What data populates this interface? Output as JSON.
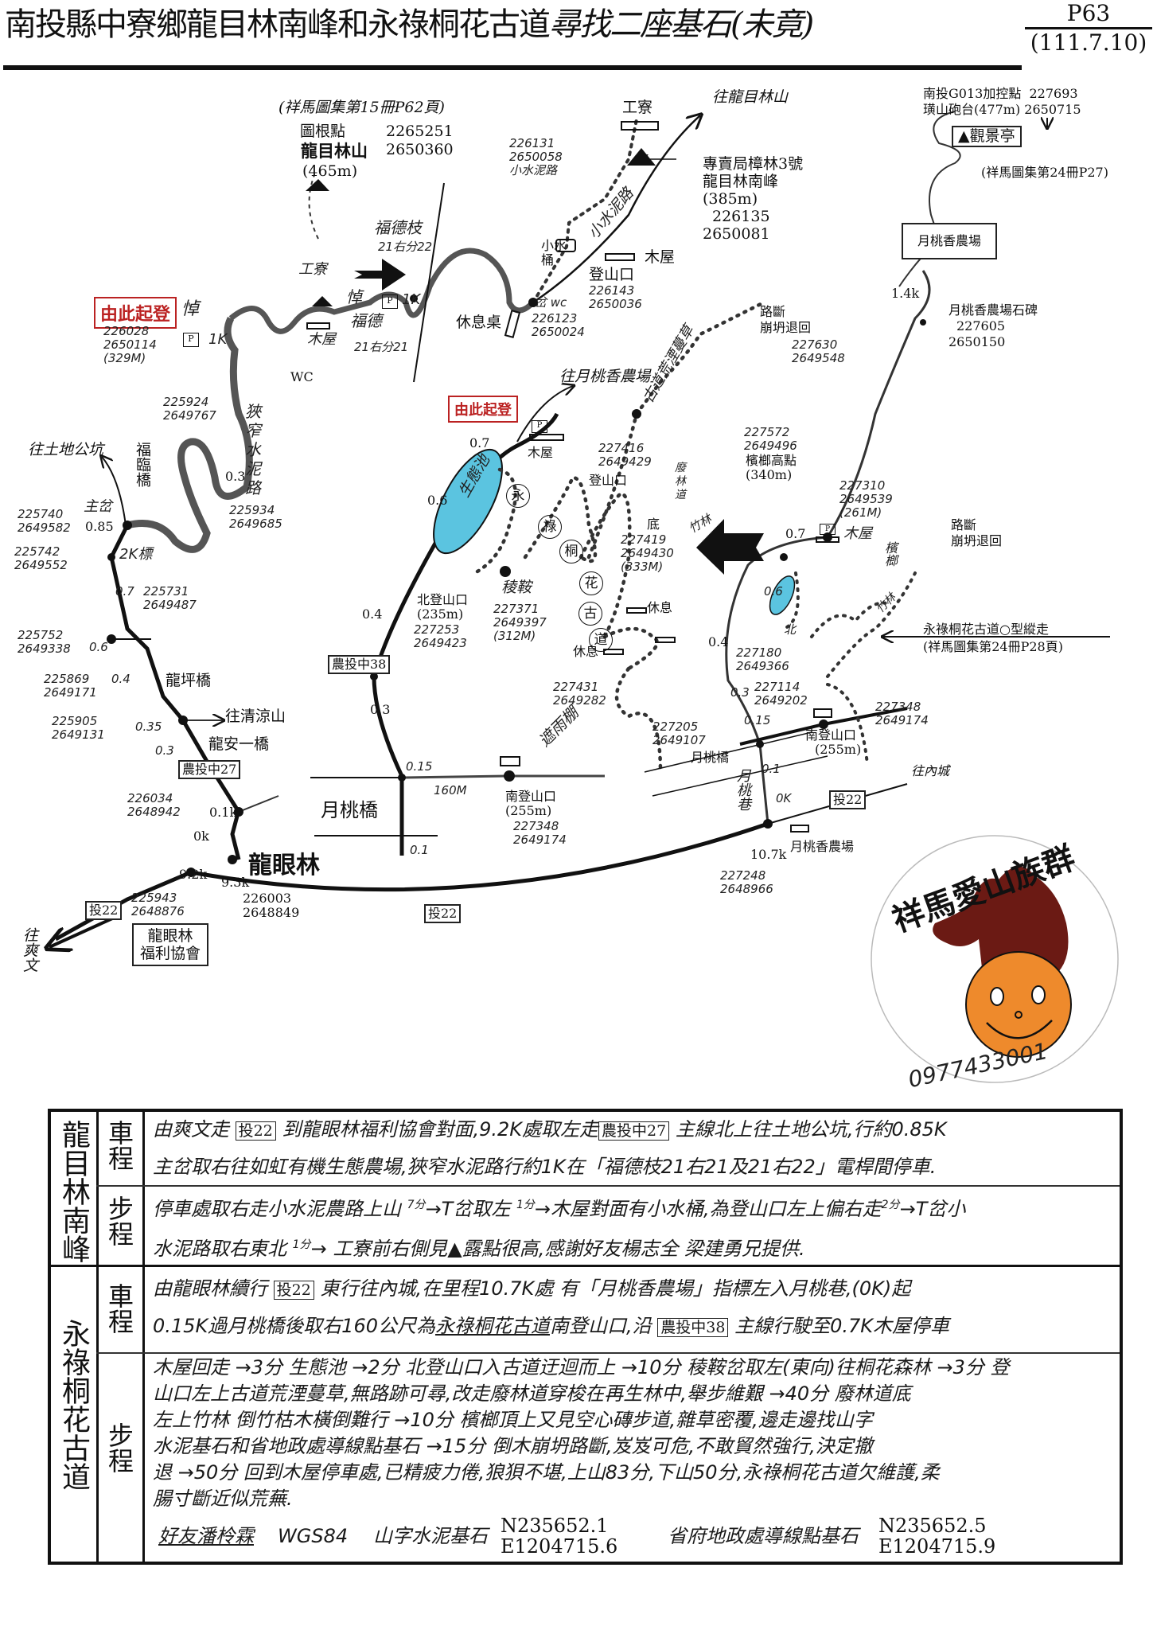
{
  "header": {
    "title_main": "南投縣中寮鄉龍目林南峰和永祿桐花古道",
    "title_sub": "尋找二座基石(未竟)",
    "page_number": "P63",
    "date": "(111.7.10)"
  },
  "map": {
    "north_area": {
      "ref_note_left": "(祥馬圖集第15冊P62頁)",
      "peak_label": "圖根點",
      "peak_name": "龍目林山",
      "peak_elev": "(465m)",
      "peak_coord_e": "2265251",
      "peak_coord_n": "2650360",
      "to_longmulin": "往龍目林山",
      "work_hut": "工寮",
      "summit_label_1": "專賣局樟林3號",
      "summit_label_2": "龍目林南峰",
      "summit_elev": "(385m)",
      "summit_e": "226135",
      "summit_n": "2650081",
      "small_road": "小水泥路",
      "small_road_coord_e": "226131",
      "small_road_coord_n": "2650058",
      "water_bucket": "小水桶",
      "wood_house": "木屋",
      "trailhead": "登山口",
      "trailhead_e": "226143",
      "trailhead_n": "2650036",
      "junction_e": "226123",
      "junction_n": "2650024",
      "rest_table": "休息桌",
      "cement_road": "小水泥路",
      "fude_pole_top": "福德枝",
      "fude_pole_top_no": "21右分22",
      "fude_pole_bottom": "福德",
      "fude_pole_bottom_no": "21右分21",
      "pole": "悼",
      "km_1k": "1K",
      "wood_house_2": "木屋",
      "wc": "WC",
      "fork": "岔",
      "work_hut_2": "工寮"
    },
    "west_area": {
      "start_here_1": "由此起登",
      "start_coord_e": "226028",
      "start_coord_n": "2650114",
      "start_elev": "(329M)",
      "pole": "悼",
      "km_1k": "1K",
      "narrow_road": "狹窄水泥路",
      "pt_225924": "225924",
      "pt_2649767": "2649767",
      "pt_225934": "225934",
      "pt_2649685": "2649685",
      "dist_03": "0.3",
      "to_tudigong": "往土地公坑",
      "fulin_bridge": "福臨橋",
      "main_fork": "主岔",
      "dist_085": "0.85",
      "pt_225740": "225740",
      "pt_2649582": "2649582",
      "pt_225742": "225742",
      "pt_2649552": "2649552",
      "marker_2k": "2K標",
      "dist_07": "0.7",
      "pt_225731": "225731",
      "pt_2649487": "2649487",
      "pt_225752": "225752",
      "pt_2649338": "2649338",
      "dist_06": "0.6",
      "pt_225869": "225869",
      "pt_2649171": "2649171",
      "dist_04": "0.4",
      "longping_bridge": "龍坪橋",
      "to_qingliang": "往清涼山",
      "pt_225905": "225905",
      "pt_2649131": "2649131",
      "dist_035": "0.35",
      "longan_bridge": "龍安一橋",
      "dist_03b": "0.3",
      "road_27": "農投中27",
      "pt_226034": "226034",
      "pt_2648942": "2648942",
      "dist_01k": "0.1k",
      "dist_0k": "0k",
      "dist_92k": "9.2k",
      "dist_93k": "9.3k",
      "longyanlin": "龍眼林",
      "road_22": "投22",
      "pt_225943": "225943",
      "pt_2648876": "2648876",
      "pt_226003": "226003",
      "pt_2648849": "2648849",
      "assoc_1": "龍眼林",
      "assoc_2": "福利協會",
      "to_shuangwen": "往爽文"
    },
    "center_area": {
      "start_here_2": "由此起登",
      "to_farm": "往月桃香農場",
      "wood_house": "木屋",
      "dist_07": "0.7",
      "dist_06": "0.6",
      "dist_04": "0.4",
      "pond": "生態池",
      "trail_chars": [
        "永",
        "祿",
        "桐",
        "花",
        "古",
        "道"
      ],
      "north_trailhead": "北登山口",
      "north_elev": "(235m)",
      "north_e": "227253",
      "north_n": "2649423",
      "saddle": "稜鞍",
      "saddle_e": "227371",
      "saddle_n": "2649397",
      "saddle_elev": "(312M)",
      "trailhead": "登山口",
      "th_e": "227416",
      "th_n": "2649429",
      "overgrown": "古道荒湮蔓草",
      "abandoned": "廢林道",
      "bamboo": "竹林",
      "bottom": "底",
      "bottom_e": "227419",
      "bottom_n": "2649430",
      "bottom_elev": "(333M)",
      "rest_1": "休息",
      "rest_2": "休息",
      "rain_shelter": "遮雨棚",
      "shelter_e": "227431",
      "shelter_n": "2649282",
      "road_38": "農投中38",
      "dist_03": "0.3",
      "dist_015": "0.15",
      "dist_160m": "160M",
      "yuetao_bridge": "月桃橋",
      "dist_01": "0.1",
      "south_trailhead": "南登山口",
      "south_elev": "(255m)",
      "south_e": "227348",
      "south_n": "2649174",
      "road_22": "投22"
    },
    "east_area": {
      "lookout_1": "南投G013加控點",
      "lookout_2": "璜山砲台(477m)",
      "lookout_e": "227693",
      "lookout_n": "2650715",
      "pavilion": "觀景亭",
      "ref_note_24_27": "(祥馬圖集第24冊P27)",
      "farm_box": "月桃香農場",
      "dist_14k": "1.4k",
      "farm_stone": "月桃香農場石碑",
      "farm_stone_e": "227605",
      "farm_stone_n": "2650150",
      "road_broken_1a": "路斷",
      "road_broken_1b": "崩坍退回",
      "rb1_e": "227630",
      "rb1_n": "2649548",
      "betel_high": "檳榔高點",
      "betel_elev": "(340m)",
      "betel_e": "227572",
      "betel_n": "2649496",
      "cabin_e": "227310",
      "cabin_n": "2649539",
      "cabin_elev": "(261M)",
      "dist_07": "0.7",
      "wood_house": "木屋",
      "road_broken_2a": "路斷",
      "road_broken_2b": "崩坍退回",
      "betel": "檳榔",
      "bamboo": "竹林",
      "loop_note": "永祿桐花古道○型縱走",
      "ref_note_24_28": "(祥馬圖集第24冊P28頁)",
      "dist_06": "0.6",
      "north": "北",
      "dist_04": "0.4",
      "pt_227180": "227180",
      "pt_2649366": "2649366",
      "pt_227114": "227114",
      "pt_2649202": "2649202",
      "dist_03": "0.3",
      "pt_227205": "227205",
      "pt_2649107": "2649107",
      "dist_015": "0.15",
      "yuetao_bridge": "月桃橋",
      "south_trailhead": "南登山口",
      "south_elev": "(255m)",
      "south_e": "227348",
      "south_n": "2649174",
      "dist_01": "0.1",
      "yuetao_lane": "月桃巷",
      "dist_0k": "0K",
      "to_neicheng": "往內城",
      "road_22": "投22",
      "farm_sign": "月桃香農場",
      "dist_107k": "10.7k",
      "pt_227248": "227248",
      "pt_2648966": "2648966"
    },
    "logo": {
      "group_name": "祥馬愛山族群",
      "phone": "0977433001",
      "horse_color": "#6b1a14",
      "face_color": "#ee8a2c"
    },
    "colors": {
      "start_red": "#b22222",
      "pond_blue": "#5bc4e0"
    }
  },
  "table": {
    "section1": {
      "name": "龍目林南峰",
      "drive_label": "車程",
      "drive_text_1a": "由爽文走",
      "drive_text_1_box": "投22",
      "drive_text_1b": "到龍眼林福利協會對面,9.2K處取左走",
      "drive_text_1_box2": "農投中27",
      "drive_text_1c": "主線北上往土地公坑,行約0.85K",
      "drive_text_2": "主岔取右往如虹有機生態農場,狹窄水泥路行約1K在「福德枝21右21及21右22」電桿間停車.",
      "walk_label": "步程",
      "walk_text_1a": "停車處取右走小水泥農路上山",
      "walk_t1": "7分",
      "walk_text_1b": "T岔取左",
      "walk_t2": "1分",
      "walk_text_1c": "木屋對面有小水桶,為登山口左上偏右走",
      "walk_t3": "2分",
      "walk_text_1d": "T岔小",
      "walk_text_2a": "水泥路取右東北",
      "walk_t4": "1分",
      "walk_text_2b": "工寮前右側見▲露點很高,感謝好友楊志全 梁建勇兄提供."
    },
    "section2": {
      "name": "永祿桐花古道",
      "drive_label": "車程",
      "drive_text_1a": "由龍眼林續行",
      "drive_text_1_box": "投22",
      "drive_text_1b": "東行往內城,在里程10.7K處 有「月桃香農場」指標左入月桃巷,(0K)起",
      "drive_text_2a": "0.15K過月桃橋後取右160公尺為",
      "drive_text_2_u": "永祿桐花古道",
      "drive_text_2b": "南登山口,沿",
      "drive_text_2_box": "農投中38",
      "drive_text_2c": "主線行駛至0.7K木屋停車",
      "walk_label": "步程",
      "walk_lines": [
        "木屋回走 →3分 生態池 →2分 北登山口入古道迂迴而上 →10分 稜鞍岔取左(東向)往桐花森林 →3分 登",
        "山口左上古道荒湮蔓草,無路跡可尋,改走廢林道穿梭在再生林中,舉步維艱 →40分 廢林道底",
        "左上竹林 倒竹枯木橫倒難行 →10分 檳榔頂上又見空心磚步道,雜草密覆,邊走邊找山字",
        "水泥基石和省地政處導線點基石 →15分 倒木崩坍路斷,岌岌可危,不敢貿然強行,決定撤",
        "退 →50分 回到木屋停車處,已精疲力倦,狼狽不堪,上山83分,下山50分,永祿桐花古道欠維護,柔",
        "腸寸斷近似荒蕪."
      ],
      "friend": "好友潘柃霖",
      "datum": "WGS84",
      "marker1_name": "山字水泥基石",
      "marker1_n": "N235652.1",
      "marker1_e": "E1204715.6",
      "marker2_name": "省府地政處導線點基石",
      "marker2_n": "N235652.5",
      "marker2_e": "E1204715.9"
    }
  }
}
